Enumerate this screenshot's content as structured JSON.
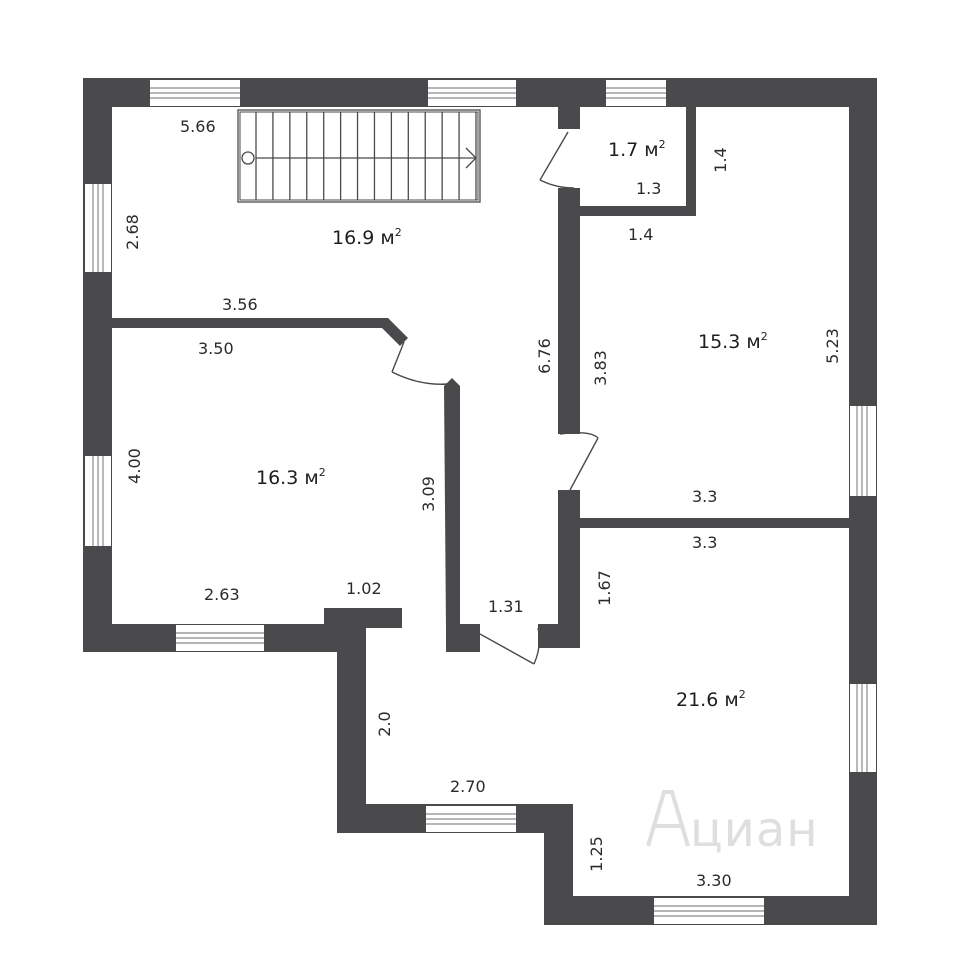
{
  "rooms": [
    {
      "id": "hall",
      "area": "16.9 м",
      "sup": "2"
    },
    {
      "id": "wc",
      "area": "1.7 м",
      "sup": "2"
    },
    {
      "id": "bedroom-right",
      "area": "15.3 м",
      "sup": "2"
    },
    {
      "id": "bedroom-left",
      "area": "16.3 м",
      "sup": "2"
    },
    {
      "id": "living",
      "area": "21.6 м",
      "sup": "2"
    }
  ],
  "dimensions": {
    "hall_top": "5.66",
    "hall_left": "2.68",
    "hall_bottom": "3.56",
    "corridor_right": "6.76",
    "wc_width": "1.3",
    "wc_height": "1.4",
    "wc_bottom": "1.4",
    "right_room_height": "3.83",
    "right_room_outer": "5.23",
    "right_room_bottom": "3.3",
    "left_room_top": "3.50",
    "left_room_left": "4.00",
    "left_room_right": "3.09",
    "left_room_bottom": "2.63",
    "left_room_niche": "1.02",
    "door_gap": "1.31",
    "living_top": "3.3",
    "living_left": "1.67",
    "living_extension": "2.0",
    "living_notch": "2.70",
    "living_step": "1.25",
    "living_bottom": "3.30"
  },
  "watermark": "циан",
  "colors": {
    "wall": "#4a4a4c",
    "window": "#8a8a8a",
    "text": "#2b2b2b",
    "watermark": "#dcdcdc"
  }
}
